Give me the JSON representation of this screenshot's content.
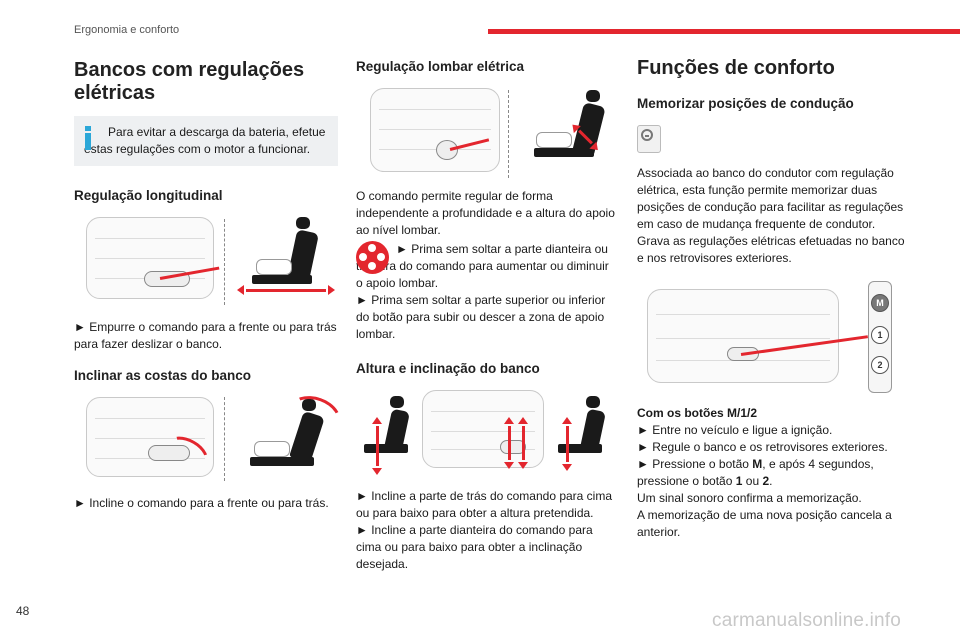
{
  "header": {
    "section": "Ergonomia e conforto",
    "page_number": "48"
  },
  "watermark": "carmanualsonline.info",
  "colors": {
    "accent": "#e3262e",
    "info": "#2ba7d8",
    "notice_bg": "#eef0f2"
  },
  "col1": {
    "title": "Bancos com regulações elétricas",
    "notice": "Para evitar a descarga da bateria, efetue estas regulações com o motor a funcionar.",
    "longitudinal": {
      "heading": "Regulação longitudinal",
      "text": "► Empurre o comando para a frente ou para trás para fazer deslizar o banco."
    },
    "backrest": {
      "heading": "Inclinar as costas do banco",
      "text": "► Incline o comando para a frente ou para trás."
    }
  },
  "col2": {
    "lumbar": {
      "heading": "Regulação lombar elétrica",
      "intro": "O comando permite regular de forma independente a profundidade e a altura do apoio ao nível lombar.",
      "step1": "► Prima sem soltar a parte dianteira ou traseira do comando para aumentar ou diminuir o apoio lombar.",
      "step2": "► Prima sem soltar a parte superior ou inferior do botão para subir ou descer a zona de apoio lombar."
    },
    "height": {
      "heading": "Altura e inclinação do banco",
      "step1": "► Incline a parte de trás do comando para cima ou para baixo para obter a altura pretendida.",
      "step2": "► Incline a parte dianteira do comando para cima ou para baixo para obter a inclinação desejada."
    }
  },
  "col3": {
    "title": "Funções de conforto",
    "memory_heading": "Memorizar posições de condução",
    "para1": "Associada ao banco do condutor com regulação elétrica, esta função permite memorizar duas posições de condução para facilitar as regulações em caso de mudança frequente de condutor.",
    "para2": "Grava as regulações elétricas efetuadas no banco e nos retrovisores exteriores.",
    "buttons_heading": "Com os botões M/1/2",
    "buttons": {
      "m": "M",
      "one": "1",
      "two": "2"
    },
    "step1": "► Entre no veículo e ligue a ignição.",
    "step2": "► Regule o banco e os retrovisores exteriores.",
    "step3_prefix": "► Pressione o botão",
    "step3_mid": ", e após 4 segundos, pressione o botão",
    "step3_or": "ou",
    "step3_end": ".",
    "confirm": "Um sinal sonoro confirma a memorização.",
    "cancel": "A memorização de uma nova posição cancela a anterior."
  }
}
